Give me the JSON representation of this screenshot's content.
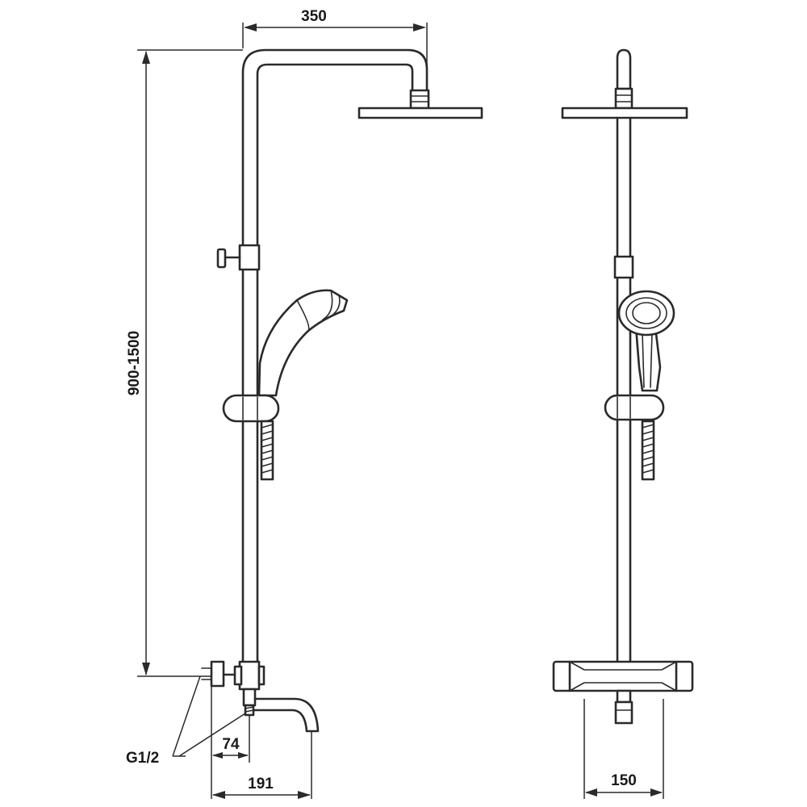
{
  "dimensions": {
    "head_reach": "350",
    "height_range": "900-1500",
    "inlet_thread": "G1/2",
    "spout_offset": "74",
    "spout_reach": "191",
    "handset_side_offset": "150"
  }
}
